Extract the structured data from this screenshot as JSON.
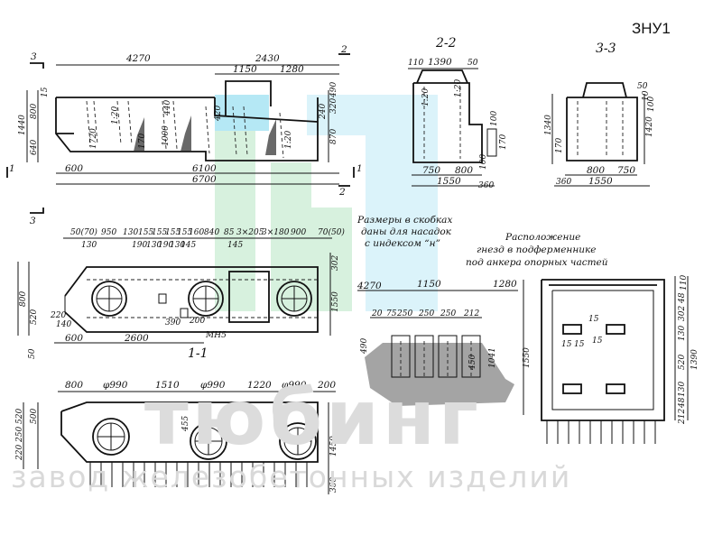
{
  "sheet": {
    "code": "ЗНУ1",
    "brand_name": "тюбинг",
    "brand_tagline": "завод железобетонных изделий",
    "logo": "tubing-logo-icon"
  },
  "notes": {
    "brackets_line1": "Размеры в скобках",
    "brackets_line2": "даны для насадок",
    "brackets_line3": "с индексом “н”",
    "sockets_line1": "Расположение",
    "sockets_line2": "гнезд в подферменнике",
    "sockets_line3": "под анкера опорных частей"
  },
  "sections": {
    "s11": "1-1",
    "s22": "2-2",
    "s33": "3-3",
    "mark3": "3",
    "mark2": "2",
    "mark1": "1"
  },
  "elevation": {
    "top_total": "4270",
    "top_right": "2430",
    "top_1150": "1150",
    "top_1280": "1280",
    "left_1440": "1440",
    "left_800": "800",
    "left_640": "640",
    "left_15": "15",
    "right_490": "490",
    "right_320": "320",
    "right_240": "240",
    "right_870": "870",
    "right_420": "420",
    "bottom_600": "600",
    "bottom_6100": "6100",
    "bottom_6700": "6700",
    "slope_1_20": "1:20",
    "inner_440": "440",
    "inner_1000": "1000",
    "inner_1720": "1720",
    "inner_170": "170",
    "inner_12": "1:20"
  },
  "section22": {
    "top_110": "110",
    "top_1390": "1390",
    "top_50": "50",
    "slope_a": "1:20",
    "slope_b": "1:20",
    "right_100": "100",
    "right_170": "170",
    "right_100b": "100",
    "bottom_750": "750",
    "bottom_800": "800",
    "bottom_1550": "1550",
    "bottom_360": "360"
  },
  "section33": {
    "top_50": "50",
    "right_10": "10",
    "left_1340": "1340",
    "right_1420": "1420",
    "left_170": "170",
    "right_100": "100",
    "bottom_800": "800",
    "bottom_750": "750",
    "bottom_1550": "1550",
    "bottom_360": "360"
  },
  "plan": {
    "d1": "50(70)",
    "d2": "950",
    "d3": "130",
    "d4": "155",
    "d5": "155",
    "d6": "155",
    "d7": "155",
    "d8": "160",
    "d9": "840",
    "d10": "85",
    "d11": "3×205",
    "d12": "3×180",
    "d13": "900",
    "d14": "70(50)",
    "r1": "130",
    "r2": "190",
    "r3": "130",
    "r4": "190",
    "r5": "130",
    "r6": "145",
    "r7": "145",
    "right_302": "302",
    "right_1550": "1550",
    "left_800": "800",
    "left_520": "520",
    "left_220": "220",
    "left_140": "140",
    "left_390": "390",
    "b_200": "200",
    "b_600": "600",
    "b_2600": "2600",
    "anchor": "МН5"
  },
  "section11": {
    "w_4270": "4270",
    "w_1150": "1150",
    "w_1280": "1280",
    "h_20": "20",
    "h_75": "75",
    "h_250a": "250",
    "h_250b": "250",
    "h_250c": "250",
    "h_212": "212",
    "left_490": "490",
    "v_1550": "1550",
    "v_450": "450",
    "v_1041": "1041",
    "left_50": "50"
  },
  "sockets": {
    "top_110": "110",
    "top_48": "48",
    "r_302": "302",
    "r_130a": "130",
    "r_520": "520",
    "r_130b": "130",
    "r_48": "48",
    "r_212": "212",
    "total_1390": "1390",
    "c_15a": "15",
    "c_15b": "15",
    "c_15c": "15",
    "c_15d": "15"
  },
  "bottom_plan": {
    "d_800": "800",
    "d_phi990a": "φ990",
    "d_1510": "1510",
    "d_phi990b": "φ990",
    "d_1220": "1220",
    "d_phi990c": "φ990",
    "d_200": "200",
    "left_520": "520",
    "left_250": "250",
    "left_220": "220",
    "left_500": "500",
    "r_1450": "1450",
    "r_360": "360",
    "center_455": "455"
  }
}
